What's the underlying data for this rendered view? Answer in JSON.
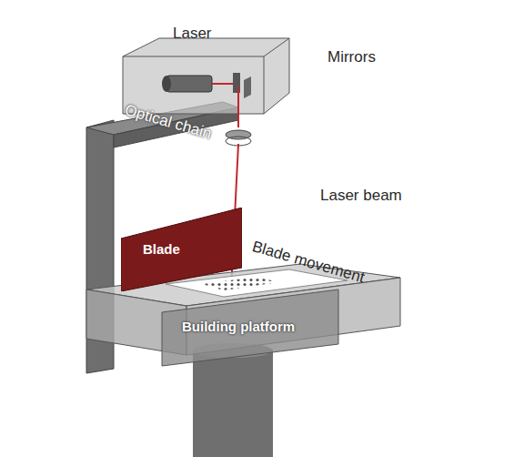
{
  "diagram": {
    "nodes": [
      {
        "text": [
          "Blade"
        ]
      },
      {
        "text": [
          "Building platform"
        ]
      }
    ],
    "labels": [
      "Laser",
      "Mirrors",
      "Optical chain",
      "Laser beam",
      "Blade movement"
    ]
  }
}
